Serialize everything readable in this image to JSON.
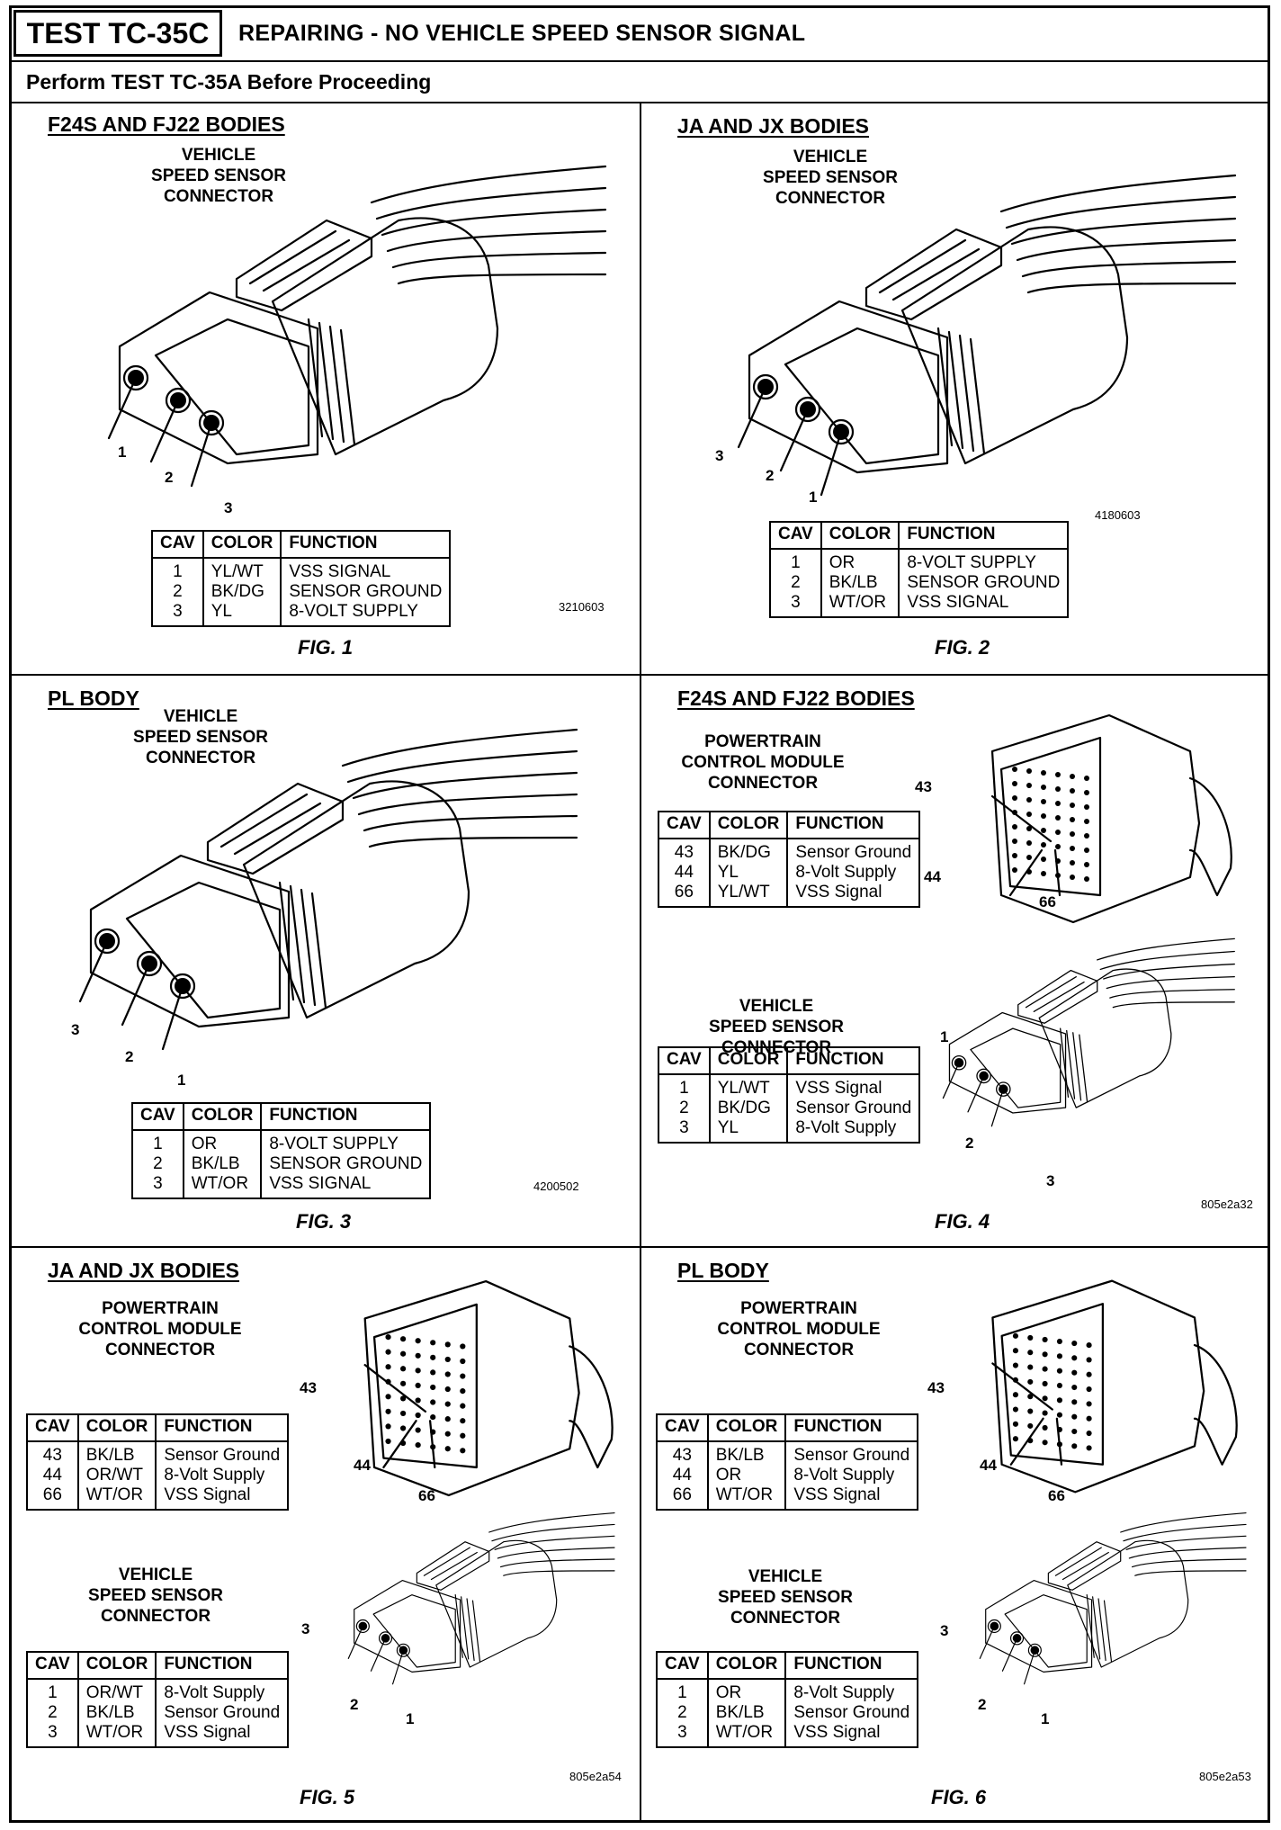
{
  "header": {
    "test_id": "TEST TC-35C",
    "title": "REPAIRING - NO VEHICLE SPEED SENSOR SIGNAL",
    "subtitle": "Perform TEST TC-35A Before Proceeding"
  },
  "columns": {
    "cav": "CAV",
    "color": "COLOR",
    "function": "FUNCTION"
  },
  "labels": {
    "vss_connector": "VEHICLE\nSPEED SENSOR\nCONNECTOR",
    "pcm_connector": "POWERTRAIN\nCONTROL MODULE\nCONNECTOR"
  },
  "panels": [
    {
      "title": "F24S AND FJ22 BODIES",
      "figure": "FIG. 1",
      "ref": "3210603",
      "pins": [
        "1",
        "2",
        "3"
      ],
      "vss_table": [
        {
          "cav": "1",
          "color": "YL/WT",
          "function": "VSS SIGNAL"
        },
        {
          "cav": "2",
          "color": "BK/DG",
          "function": "SENSOR GROUND"
        },
        {
          "cav": "3",
          "color": "YL",
          "function": "8-VOLT SUPPLY"
        }
      ]
    },
    {
      "title": "JA AND JX BODIES",
      "figure": "FIG. 2",
      "ref": "4180603",
      "pins": [
        "3",
        "2",
        "1"
      ],
      "vss_table": [
        {
          "cav": "1",
          "color": "OR",
          "function": "8-VOLT SUPPLY"
        },
        {
          "cav": "2",
          "color": "BK/LB",
          "function": "SENSOR GROUND"
        },
        {
          "cav": "3",
          "color": "WT/OR",
          "function": "VSS SIGNAL"
        }
      ]
    },
    {
      "title": "PL BODY",
      "figure": "FIG. 3",
      "ref": "4200502",
      "pins": [
        "3",
        "2",
        "1"
      ],
      "vss_table": [
        {
          "cav": "1",
          "color": "OR",
          "function": "8-VOLT SUPPLY"
        },
        {
          "cav": "2",
          "color": "BK/LB",
          "function": "SENSOR GROUND"
        },
        {
          "cav": "3",
          "color": "WT/OR",
          "function": "VSS SIGNAL"
        }
      ]
    },
    {
      "title": "F24S AND FJ22 BODIES",
      "figure": "FIG. 4",
      "ref": "805e2a32",
      "pcm_pins": [
        "43",
        "44",
        "66"
      ],
      "pins": [
        "1",
        "2",
        "3"
      ],
      "pcm_table": [
        {
          "cav": "43",
          "color": "BK/DG",
          "function": "Sensor Ground"
        },
        {
          "cav": "44",
          "color": "YL",
          "function": "8-Volt Supply"
        },
        {
          "cav": "66",
          "color": "YL/WT",
          "function": "VSS Signal"
        }
      ],
      "vss_table": [
        {
          "cav": "1",
          "color": "YL/WT",
          "function": "VSS Signal"
        },
        {
          "cav": "2",
          "color": "BK/DG",
          "function": "Sensor Ground"
        },
        {
          "cav": "3",
          "color": "YL",
          "function": "8-Volt Supply"
        }
      ]
    },
    {
      "title": "JA AND JX BODIES",
      "figure": "FIG. 5",
      "ref": "805e2a54",
      "pcm_pins": [
        "43",
        "44",
        "66"
      ],
      "pins": [
        "3",
        "2",
        "1"
      ],
      "pcm_table": [
        {
          "cav": "43",
          "color": "BK/LB",
          "function": "Sensor Ground"
        },
        {
          "cav": "44",
          "color": "OR/WT",
          "function": "8-Volt Supply"
        },
        {
          "cav": "66",
          "color": "WT/OR",
          "function": "VSS Signal"
        }
      ],
      "vss_table": [
        {
          "cav": "1",
          "color": "OR/WT",
          "function": "8-Volt Supply"
        },
        {
          "cav": "2",
          "color": "BK/LB",
          "function": "Sensor Ground"
        },
        {
          "cav": "3",
          "color": "WT/OR",
          "function": "VSS Signal"
        }
      ]
    },
    {
      "title": "PL BODY",
      "figure": "FIG. 6",
      "ref": "805e2a53",
      "pcm_pins": [
        "43",
        "44",
        "66"
      ],
      "pins": [
        "3",
        "2",
        "1"
      ],
      "pcm_table": [
        {
          "cav": "43",
          "color": "BK/LB",
          "function": "Sensor Ground"
        },
        {
          "cav": "44",
          "color": "OR",
          "function": "8-Volt Supply"
        },
        {
          "cav": "66",
          "color": "WT/OR",
          "function": "VSS Signal"
        }
      ],
      "vss_table": [
        {
          "cav": "1",
          "color": "OR",
          "function": "8-Volt Supply"
        },
        {
          "cav": "2",
          "color": "BK/LB",
          "function": "Sensor Ground"
        },
        {
          "cav": "3",
          "color": "WT/OR",
          "function": "VSS Signal"
        }
      ]
    }
  ]
}
